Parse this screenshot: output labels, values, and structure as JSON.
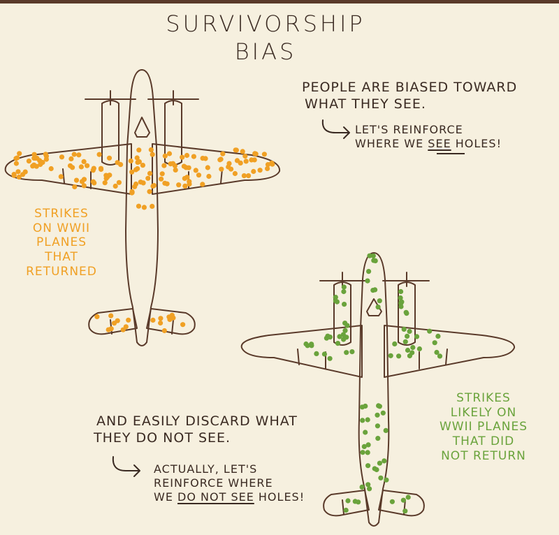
{
  "title": "Survivorship Bias",
  "colors": {
    "paper": "#f6f0df",
    "ink": "#5a3a2a",
    "orange": "#f0a024",
    "green": "#6aa33c"
  },
  "top_note": {
    "line1": "People are biased toward",
    "line2": "what they see.",
    "sub_line1": "Let's reinforce",
    "sub_line2_pre": "where we ",
    "sub_line2_see": "see",
    "sub_line2_post": " holes!"
  },
  "left_label": [
    "Strikes",
    "on WWII",
    "planes",
    "that",
    "returned"
  ],
  "right_label": [
    "Strikes",
    "likely on",
    "WWII planes",
    "that did",
    "not return"
  ],
  "bottom_note": {
    "line1": "And easily discard what",
    "line2": "they do not see.",
    "sub_line1": "Actually, let's",
    "sub_line2": "reinforce where",
    "sub_line3_pre": "we ",
    "sub_line3_do_not_see": "do not see",
    "sub_line3_post": " holes!"
  }
}
